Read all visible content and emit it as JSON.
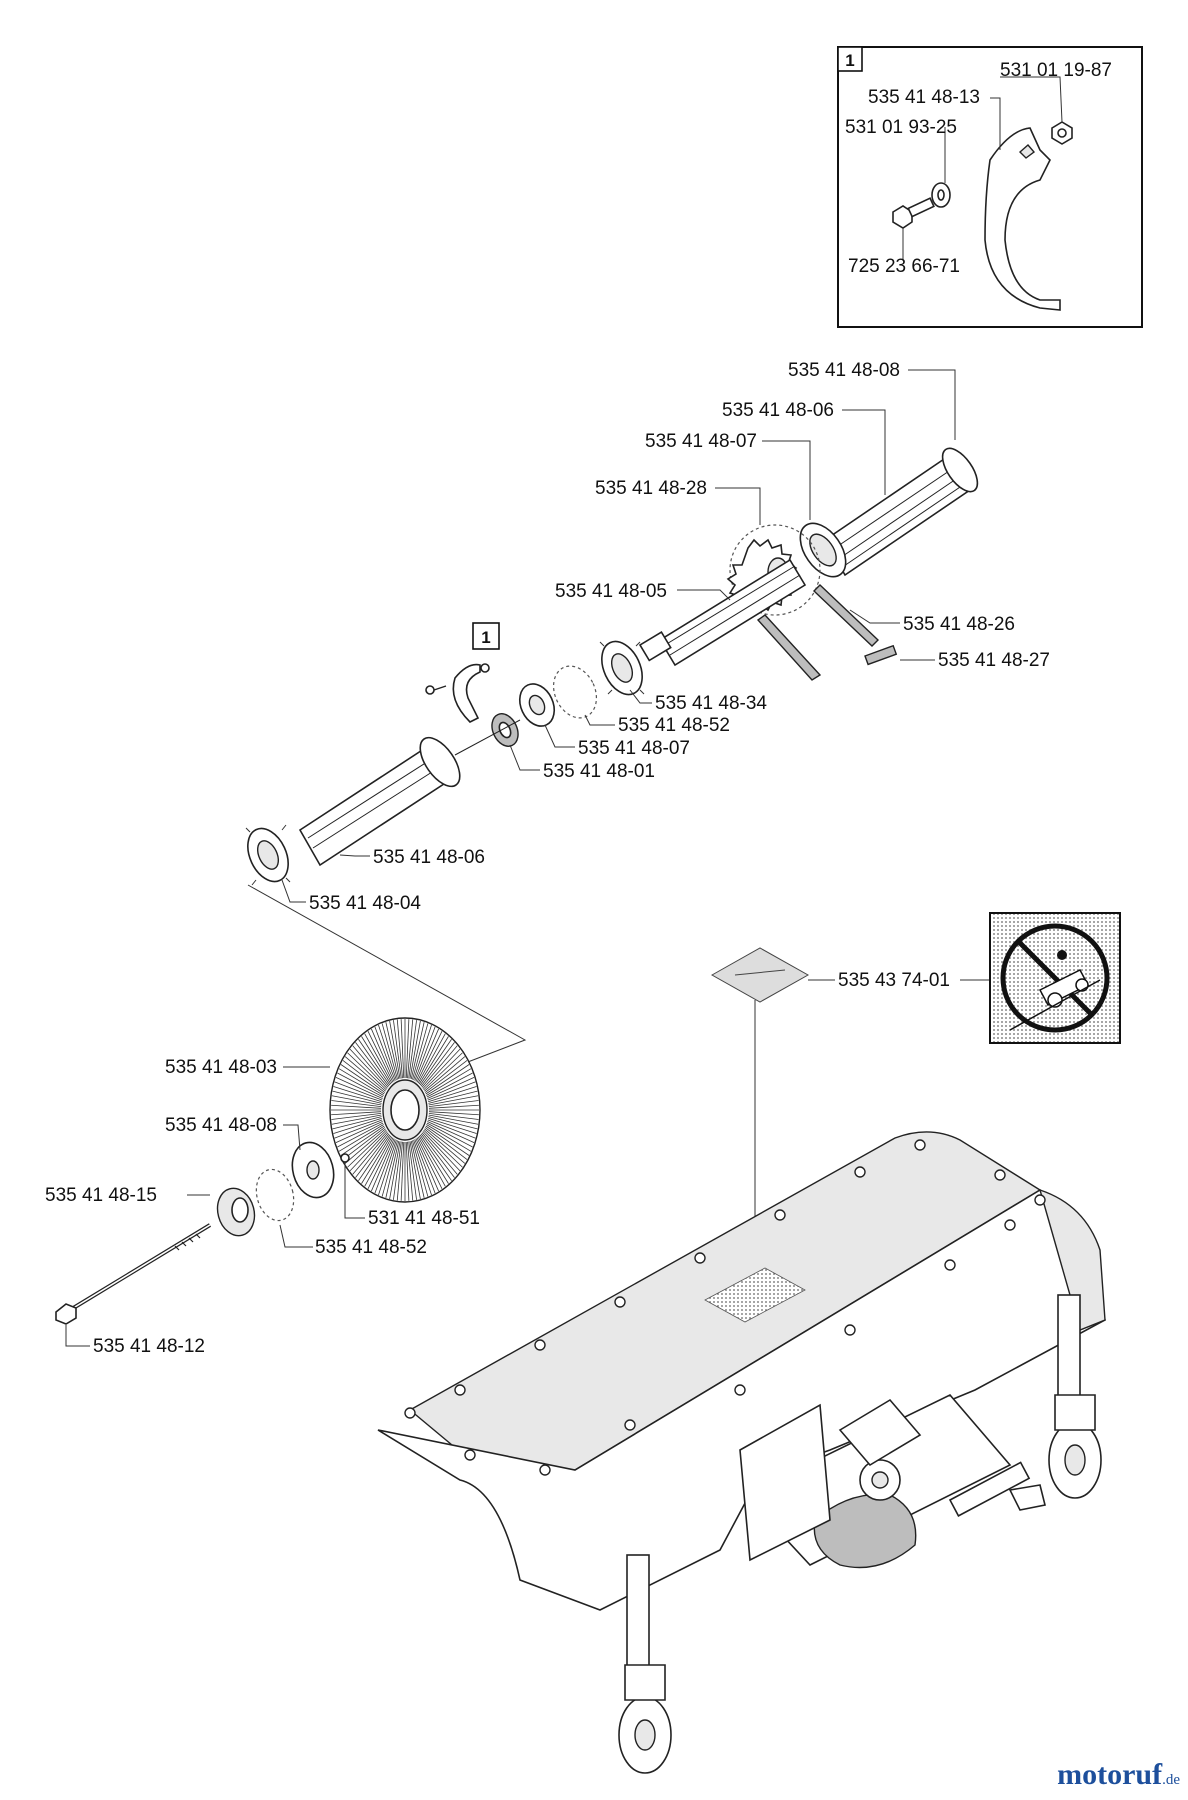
{
  "inset_box_number": "1",
  "main_box_number": "1",
  "inset_labels": {
    "nut": "531 01 19-87",
    "bracket": "535 41 48-13",
    "washer": "531 01 93-25",
    "bolt": "725 23 66-71"
  },
  "shaft_labels": {
    "roller_right": "535 41 48-08",
    "shaft_outer": "535 41 48-06",
    "bearing_right": "535 41 48-07",
    "sprocket": "535 41 48-28",
    "hub_shaft": "535 41 48-05",
    "chain": "535 41 48-26",
    "chain_link": "535 41 48-27",
    "drive_star": "535 41 48-34",
    "circlip_a": "535 41 48-52",
    "bearing_left": "535 41 48-07",
    "bearing_housing": "535 41 48-01",
    "shaft_left": "535 41 48-06",
    "star_left": "535 41 48-04"
  },
  "brush_labels": {
    "brush": "535 41 48-03",
    "disc": "535 41 48-08",
    "flange": "535 41 48-15",
    "screw": "531 41 48-51",
    "circlip_b": "535 41 48-52",
    "long_bolt": "535 41 48-12"
  },
  "decal_label": "535 43 74-01",
  "watermark": {
    "name_a": "motoruf",
    "tld": ".de"
  }
}
